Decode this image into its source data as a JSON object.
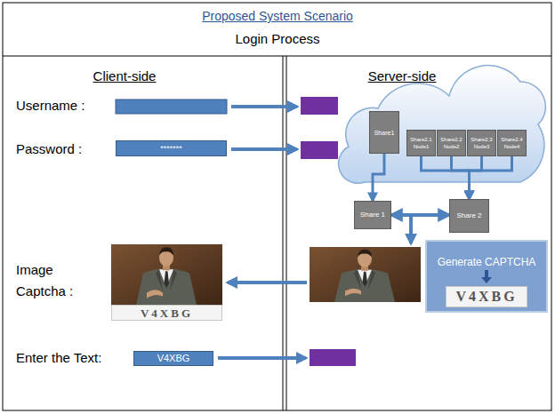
{
  "diagram": {
    "title": "Proposed System Scenario",
    "nodes": [
      {
        "text": [
          "*******"
        ]
      },
      {
        "text": [
          "Share1"
        ]
      },
      {
        "text": [
          "Share2.1 Node1"
        ]
      },
      {
        "text": [
          "Share2.2 Node2"
        ]
      },
      {
        "text": [
          "Share2.3 Node3"
        ]
      },
      {
        "text": [
          "Share2.4 Node4"
        ]
      },
      {
        "text": [
          "Share 1"
        ]
      },
      {
        "text": [
          "Share 2"
        ]
      },
      {
        "text": [
          "Generate CAPTCHA"
        ]
      },
      {
        "text": [
          "V4XBG"
        ],
        "in": 8
      },
      {
        "text": [
          "V4XBG"
        ]
      },
      {
        "text": [
          "V4XBG"
        ]
      }
    ],
    "edges": [
      {
        "from": 1,
        "to": 6,
        "arrow": "to"
      },
      {
        "from": 2,
        "to": 7,
        "arrow": "to"
      },
      {
        "from": 3,
        "to": 7,
        "arrow": "to"
      },
      {
        "from": 4,
        "to": 7,
        "arrow": "to"
      },
      {
        "from": 5,
        "to": 7,
        "arrow": "to"
      },
      {
        "from": 6,
        "to": 7,
        "arrow": "both"
      }
    ],
    "labels": [
      "Login Process",
      "Client-side",
      "Server-side",
      "Username :",
      "Password :",
      "Image Captcha :",
      "Enter the Text:"
    ]
  }
}
